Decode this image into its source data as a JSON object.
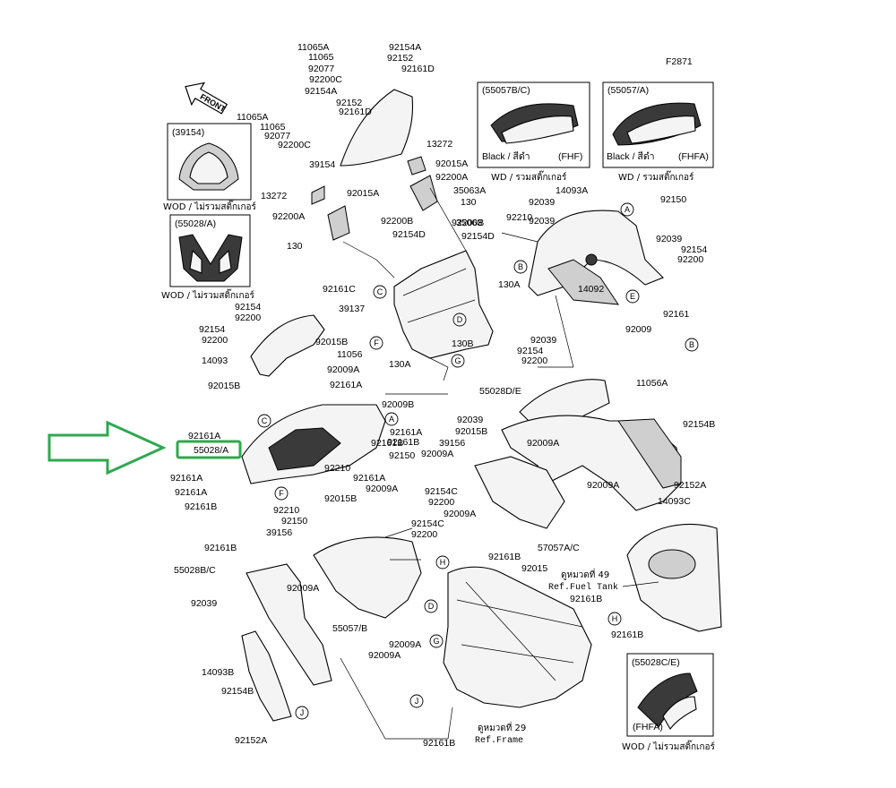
{
  "diagram_code": "F2871",
  "front_label": "FRONT",
  "callout_arrow_color": "#2fa84f",
  "highlight_label": "55028/A",
  "insets": [
    {
      "code": "(55057B/C)",
      "caption": "WD / รวมสติ๊กเกอร์",
      "note_left": "Black / สีดำ",
      "note_right": "(FHF)"
    },
    {
      "code": "(55057/A)",
      "caption": "WD / รวมสติ๊กเกอร์",
      "note_left": "Black / สีดำ",
      "note_right": "(FHFA)"
    },
    {
      "code": "(39154)",
      "caption": "WOD / ไม่รวมสติ๊กเกอร์"
    },
    {
      "code": "(55028/A)",
      "caption": "WOD / ไม่รวมสติ๊กเกอร์"
    },
    {
      "code": "(55028C/E)",
      "caption": "WOD / ไม่รวมสติ๊กเกอร์",
      "note_right": "(FHFA)"
    }
  ],
  "references": [
    {
      "thai": "ดูหมวดที่ 49",
      "en": "Ref.Fuel Tank"
    },
    {
      "thai": "ดูหมวดที่ 29",
      "en": "Ref.Frame"
    }
  ],
  "circle_markers": [
    "A",
    "B",
    "C",
    "D",
    "E",
    "F",
    "G",
    "H",
    "J"
  ],
  "part_labels": [
    "11065A",
    "92154A",
    "11065",
    "92152",
    "92077",
    "92161D",
    "92200C",
    "92154A",
    "92152",
    "92161D",
    "11065A",
    "11065",
    "92077",
    "92200C",
    "13272",
    "39154",
    "92015A",
    "92200A",
    "35063A",
    "130",
    "13272",
    "92015A",
    "92200A",
    "35063",
    "92200B",
    "92200B",
    "92154D",
    "92154D",
    "130",
    "14093A",
    "92039",
    "92150",
    "92039",
    "92210",
    "92039",
    "92154",
    "92200",
    "92161C",
    "39137",
    "130A",
    "92154",
    "92200",
    "92154",
    "92200",
    "92015B",
    "14093",
    "11056",
    "92009A",
    "92015B",
    "92161A",
    "92009B",
    "130B",
    "130A",
    "14092",
    "92039",
    "92154",
    "92200",
    "92161",
    "92009",
    "11056A",
    "55028D/E",
    "92039",
    "92154B",
    "92015B",
    "39156",
    "92009A",
    "92161A",
    "92161B",
    "92161B",
    "92150",
    "92009A",
    "92154C",
    "92200",
    "92009A",
    "92152A",
    "14093C",
    "92009A",
    "92161A",
    "92161A",
    "92161A",
    "92161B",
    "92210",
    "92161A",
    "92015B",
    "92009A",
    "92210",
    "92150",
    "39156",
    "92161B",
    "92154C",
    "92200",
    "57057A/C",
    "92161B",
    "92015",
    "55028B/C",
    "92009A",
    "92039",
    "55057/B",
    "92009A",
    "92009A",
    "92161B",
    "92161B",
    "14093B",
    "92154B",
    "92152A",
    "92161B"
  ]
}
